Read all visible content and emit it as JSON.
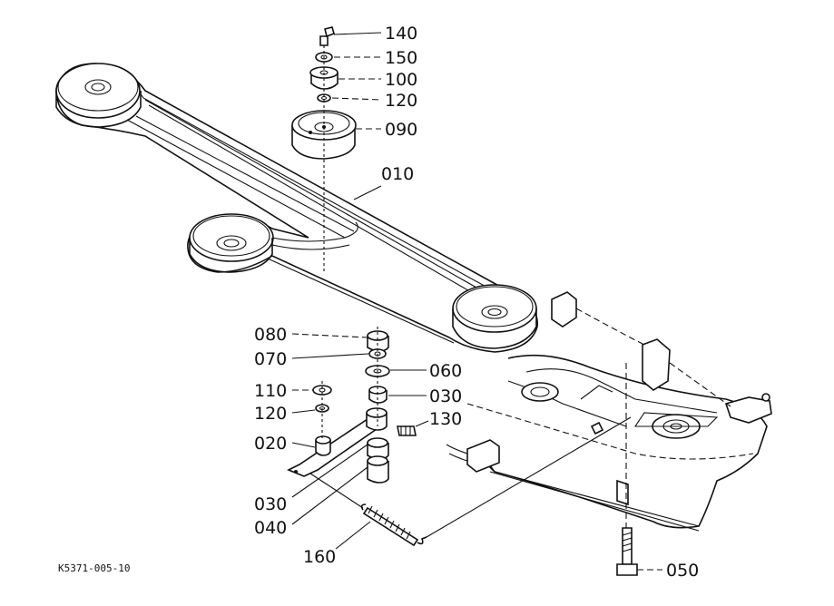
{
  "diagram": {
    "drawing_code": "K5371-005-10",
    "callouts": [
      {
        "id": "c140",
        "label": "140"
      },
      {
        "id": "c150",
        "label": "150"
      },
      {
        "id": "c100",
        "label": "100"
      },
      {
        "id": "c120a",
        "label": "120"
      },
      {
        "id": "c090",
        "label": "090"
      },
      {
        "id": "c010",
        "label": "010"
      },
      {
        "id": "c080",
        "label": "080"
      },
      {
        "id": "c070",
        "label": "070"
      },
      {
        "id": "c060",
        "label": "060"
      },
      {
        "id": "c110",
        "label": "110"
      },
      {
        "id": "c030a",
        "label": "030"
      },
      {
        "id": "c120b",
        "label": "120"
      },
      {
        "id": "c130",
        "label": "130"
      },
      {
        "id": "c020",
        "label": "020"
      },
      {
        "id": "c030b",
        "label": "030"
      },
      {
        "id": "c040",
        "label": "040"
      },
      {
        "id": "c160",
        "label": "160"
      },
      {
        "id": "c050",
        "label": "050"
      }
    ]
  }
}
